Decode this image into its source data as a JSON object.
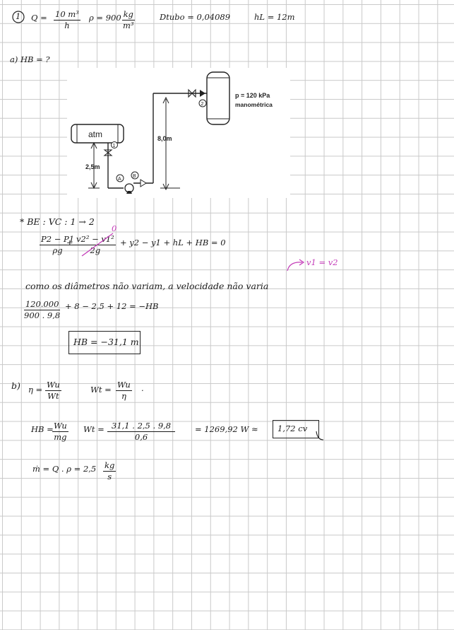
{
  "given": {
    "item": "1",
    "flow": {
      "lhs": "Q = ",
      "num": "10 m³",
      "den": "h"
    },
    "density": {
      "lhs": "ρ = 900",
      "num": "kg",
      "den": "m³"
    },
    "diameter": "Dtubo = 0,04089",
    "head_loss": "hL = 12m"
  },
  "part_a": {
    "question": "a) HB = ?"
  },
  "figure": {
    "tank_label": "atm",
    "height_suction": "2,5m",
    "height_discharge": "8,0m",
    "pressure_line1": "p = 120 kPa",
    "pressure_line2": "manométrica",
    "point_1": "1",
    "point_2": "2",
    "point_A": "A",
    "point_B": "B"
  },
  "energy_balance": {
    "header": "* BE : VC : 1 → 2",
    "term1_num": "P2 − P1",
    "term1_den": "ρg",
    "plus1": "+",
    "term2_num": "v2² − v1²",
    "term2_den": "2g",
    "term2_zero": "0",
    "rest": "+ y2 − y1 + hL + HB = 0",
    "velocity_note": "v1 = v2",
    "explanation": "como os diâmetros não variam, a velocidade não varia",
    "calc_num": "120.000",
    "calc_den": "900 . 9,8",
    "calc_rest": "+ 8 − 2,5 + 12 = −HB",
    "result": "HB = −31,1 m"
  },
  "part_b": {
    "label": "b)",
    "eta_lhs": "η =",
    "eta_num": "Wu",
    "eta_den": "Wt",
    "wt_lhs": "Wt =",
    "wt_num": "Wu",
    "wt_den": "η",
    "wt_dot": ".",
    "hb_lhs": "HB =",
    "hb_num": "Wu",
    "hb_den": "mg",
    "wt_calc_lhs": "Wt =",
    "wt_calc_num": "31,1 . 2,5 . 9,8",
    "wt_calc_den": "0,6",
    "wt_calc_result": "= 1269,92 W ≈",
    "wt_final": "1,72 cv",
    "mass_flow": "ṁ = Q . ρ = 2,5",
    "mass_num": "kg",
    "mass_den": "s"
  }
}
